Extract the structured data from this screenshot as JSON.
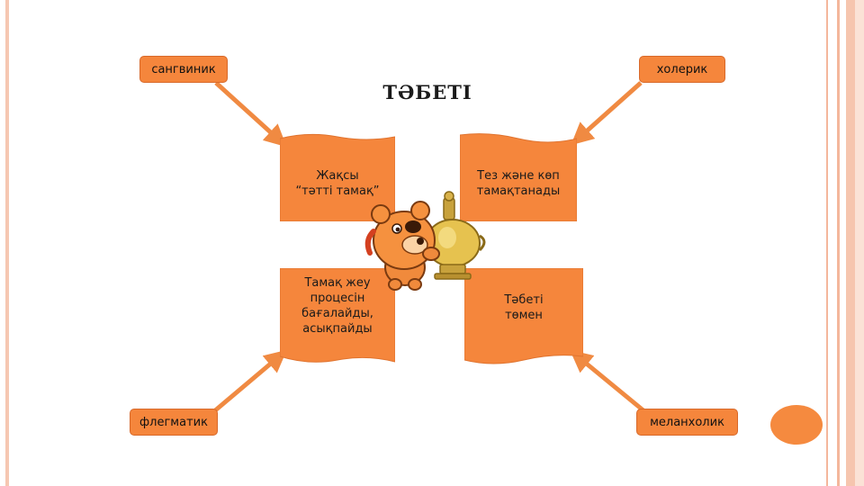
{
  "slide": {
    "title": "ТӘБЕТІ",
    "colors": {
      "accent": "#f5863c",
      "arrow": "#f08a42",
      "border_stripes": "#f4b79c"
    }
  },
  "labels": {
    "top_left": "сангвиник",
    "top_right": "холерик",
    "bottom_left": "флегматик",
    "bottom_right": "меланхолик"
  },
  "cards": {
    "top_left": "Жақсы\n“тәтті тамақ”",
    "top_right": "Тез және көп\nтамақтанады",
    "bottom_left": "Тамақ жеу\nпроцесін\nбағалайды,\nасықпайды",
    "bottom_right": "Тәбеті\nтөмен"
  },
  "illustration": {
    "icon": "cartoon-bear-with-samovar-icon"
  }
}
